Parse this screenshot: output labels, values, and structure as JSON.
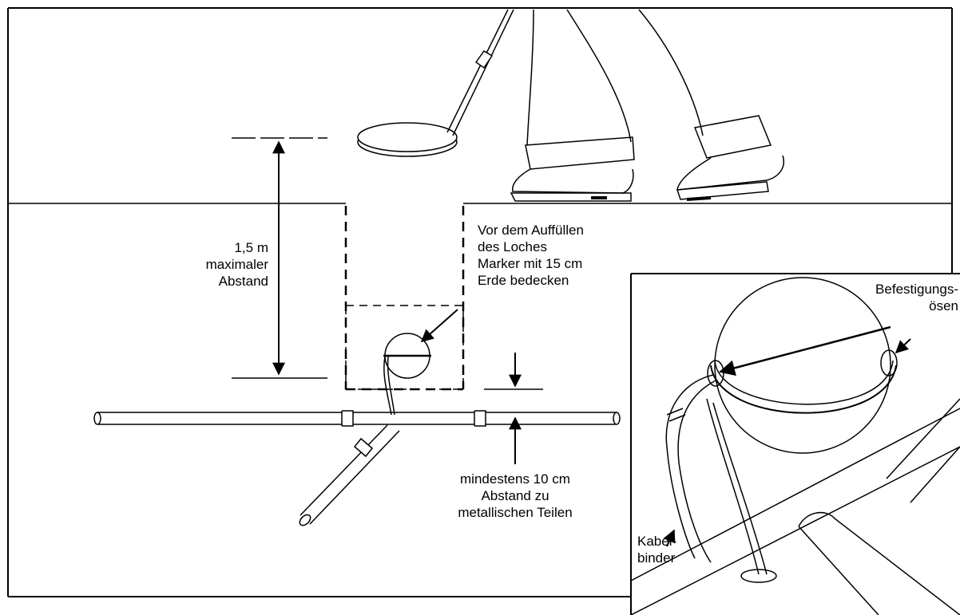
{
  "labels": {
    "distance": [
      "1,5 m",
      "maximaler",
      "Abstand"
    ],
    "cover": [
      "Vor dem Auffüllen",
      "des Loches",
      "Marker mit 15 cm",
      "Erde bedecken"
    ],
    "clearance": [
      "mindestens 10 cm",
      "Abstand zu",
      "metallischen Teilen"
    ],
    "eyelets": [
      "Befestigungs-",
      "ösen"
    ],
    "cable_tie": [
      "Kabel-",
      "binder"
    ]
  },
  "colors": {
    "line": "#000000",
    "background": "#ffffff"
  }
}
